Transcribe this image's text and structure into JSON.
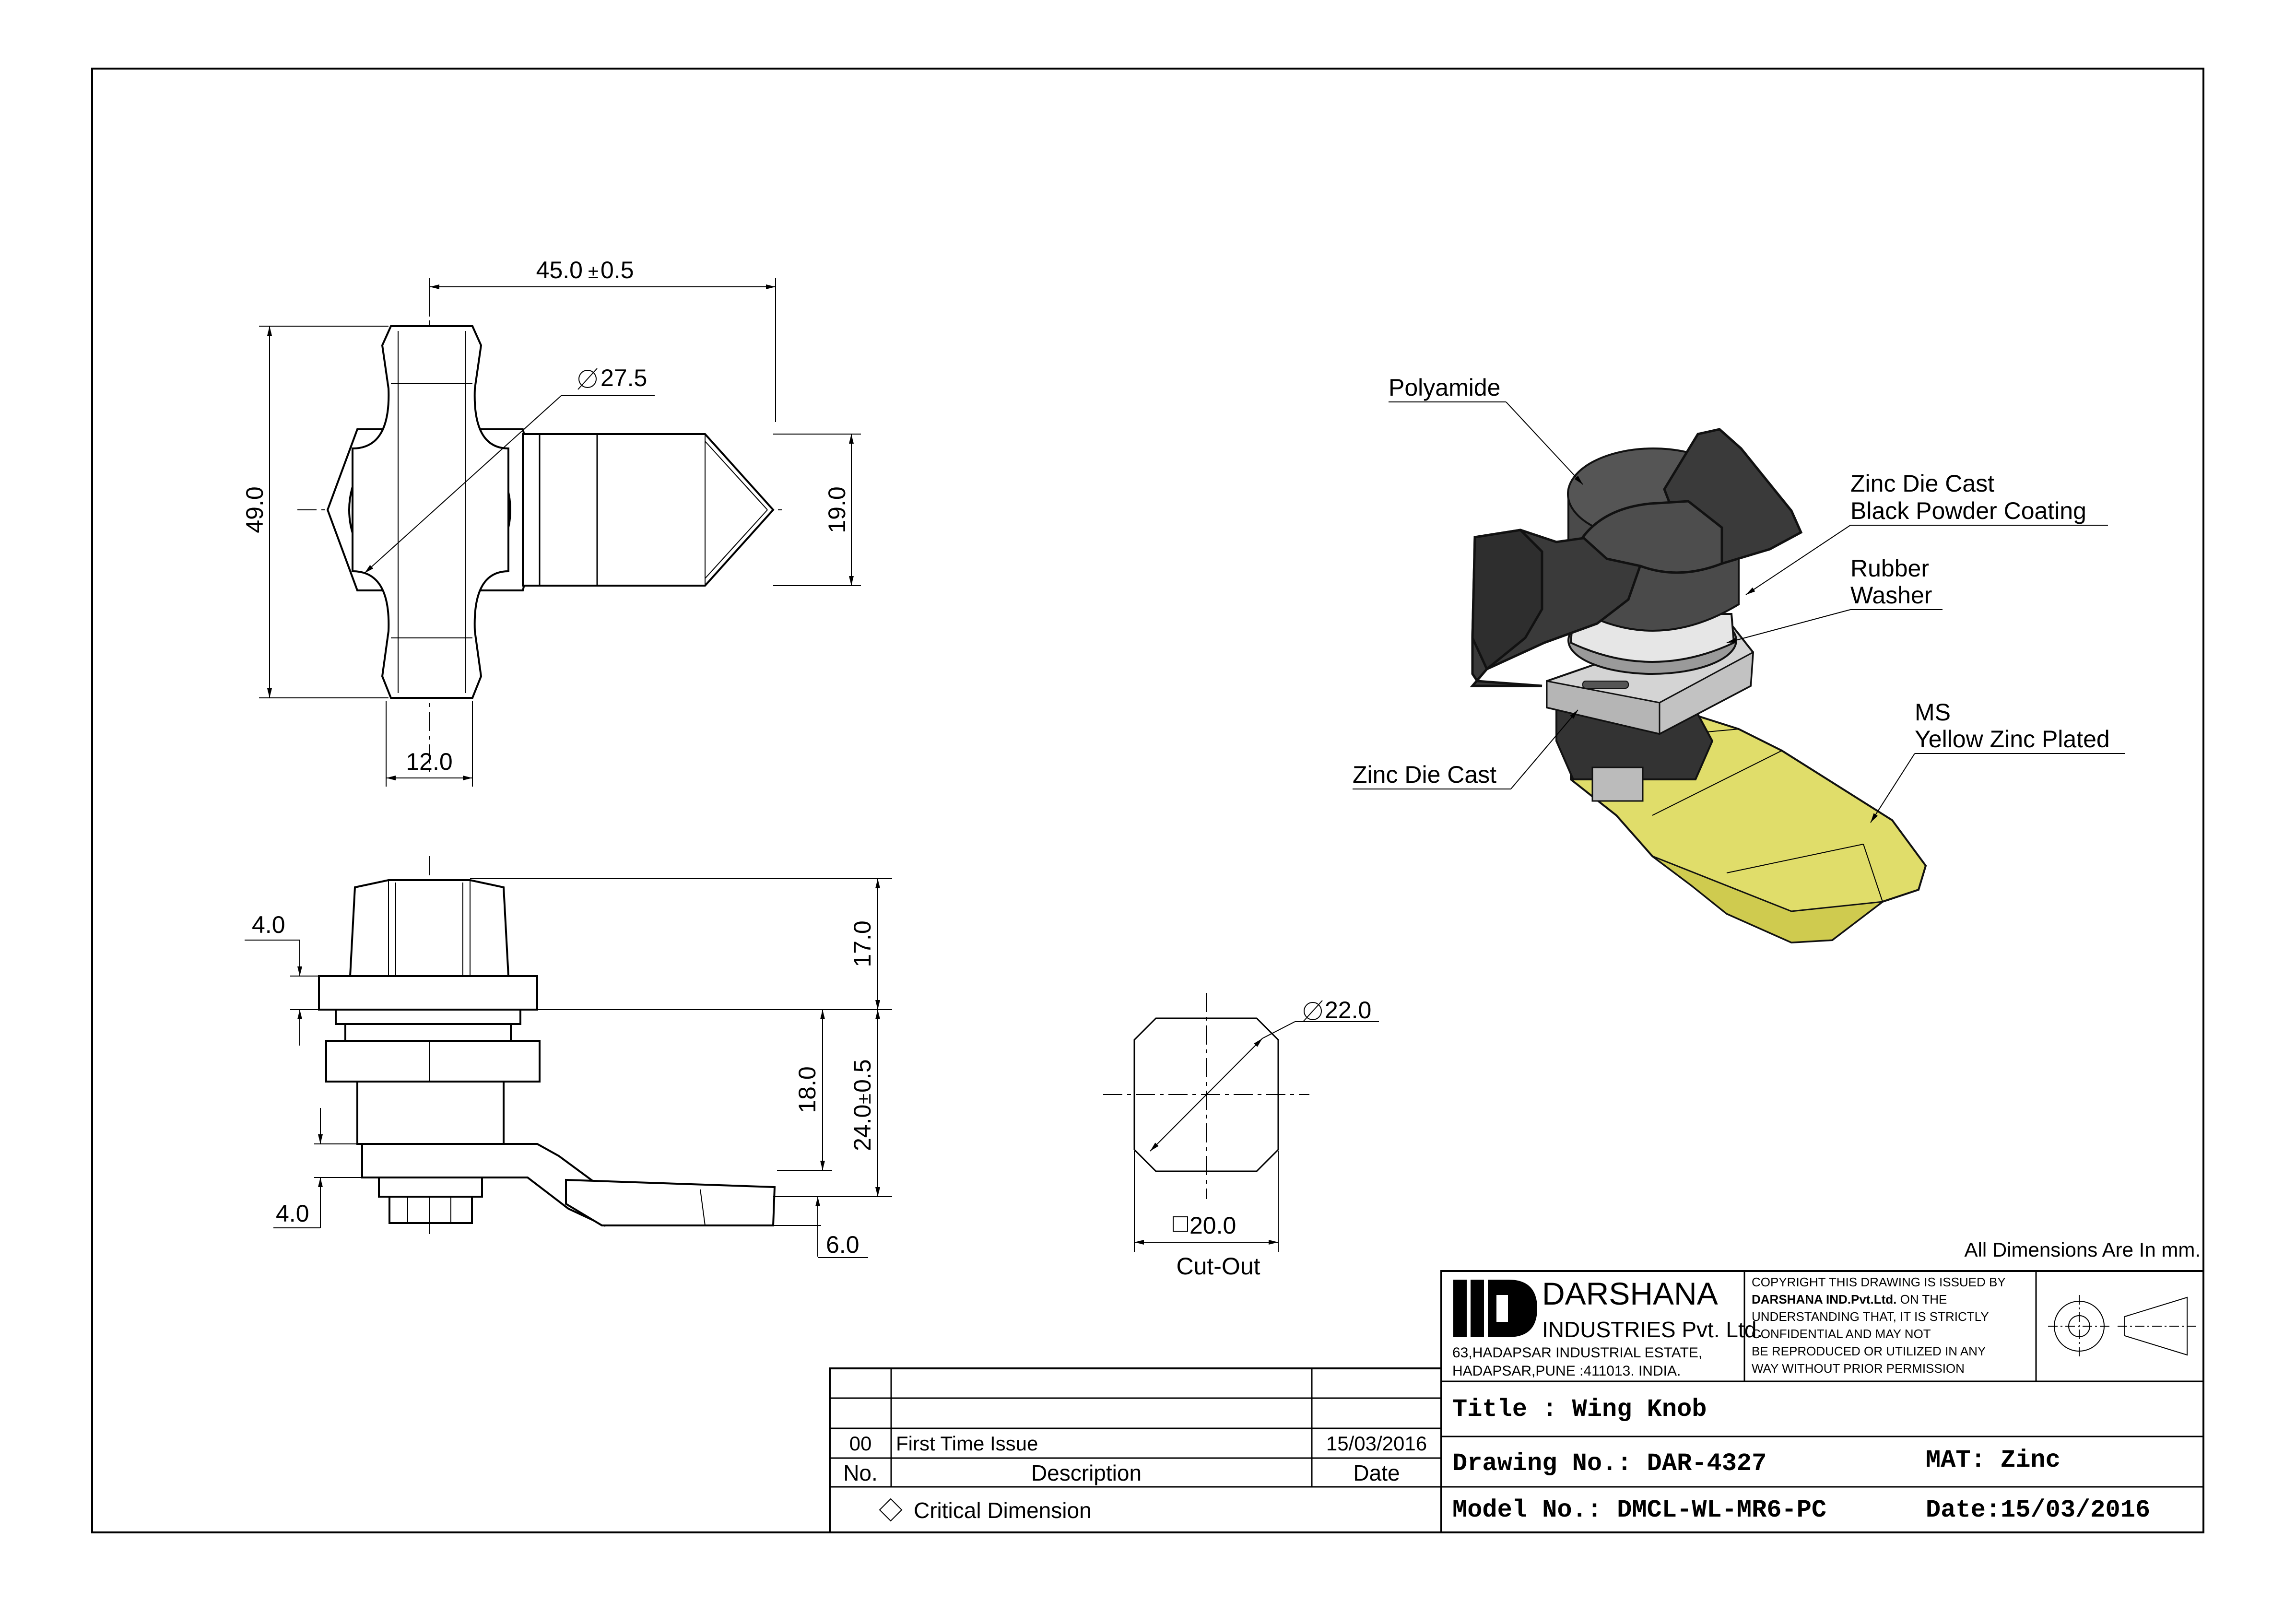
{
  "colors": {
    "polyamide": "#3a3a3a",
    "zinc": "#c9c9c9",
    "yellow_zinc": "#e0dd6a",
    "line": "#000000"
  },
  "dimensions": {
    "top_width": "45.0",
    "top_width_tol": "0.5",
    "diameter_body": "27.5",
    "height_overall": "49.0",
    "lever_width": "19.0",
    "boss_width": "12.0",
    "side_4_top": "4.0",
    "side_17": "17.0",
    "side_18": "18.0",
    "side_24": "24.0",
    "side_24_tol": "0.5",
    "side_4_bottom": "4.0",
    "side_6": "6.0",
    "cutout_diameter": "22.0",
    "cutout_square": "20.0",
    "cutout_label": "Cut-Out"
  },
  "callouts": {
    "polyamide": "Polyamide",
    "zinc_coating_1": "Zinc Die Cast",
    "zinc_coating_2": "Black Powder Coating",
    "rubber_1": "Rubber",
    "rubber_2": "Washer",
    "zinc_die_cast": "Zinc Die Cast",
    "ms_1": "MS",
    "ms_2": "Yellow Zinc Plated"
  },
  "note": "All Dimensions Are In mm.",
  "company": {
    "name": "DARSHANA",
    "subname": "INDUSTRIES Pvt. Ltd.",
    "address_1": "63,HADAPSAR INDUSTRIAL ESTATE,",
    "address_2": "HADAPSAR,PUNE :411013. INDIA."
  },
  "copyright": {
    "line_1": "COPYRIGHT THIS DRAWING IS ISSUED BY",
    "line_2_bold": "DARSHANA IND.Pvt.Ltd.",
    "line_2_rest": " ON THE",
    "line_3": "UNDERSTANDING THAT, IT IS STRICTLY",
    "line_4": "CONFIDENTIAL AND MAY NOT",
    "line_5": "BE REPRODUCED OR UTILIZED IN ANY",
    "line_6": "WAY WITHOUT PRIOR PERMISSION"
  },
  "title_block": {
    "title": "Title : Wing Knob",
    "drawing_no": "Drawing No.: DAR-4327",
    "material": "MAT: Zinc",
    "model_no": "Model No.: DMCL-WL-MR6-PC",
    "date": "Date:15/03/2016"
  },
  "revisions": {
    "rows": [
      {
        "no": "00",
        "description": "First Time Issue",
        "date": "15/03/2016"
      }
    ],
    "headers": {
      "no": "No.",
      "description": "Description",
      "date": "Date"
    },
    "legend": "Critical Dimension"
  }
}
